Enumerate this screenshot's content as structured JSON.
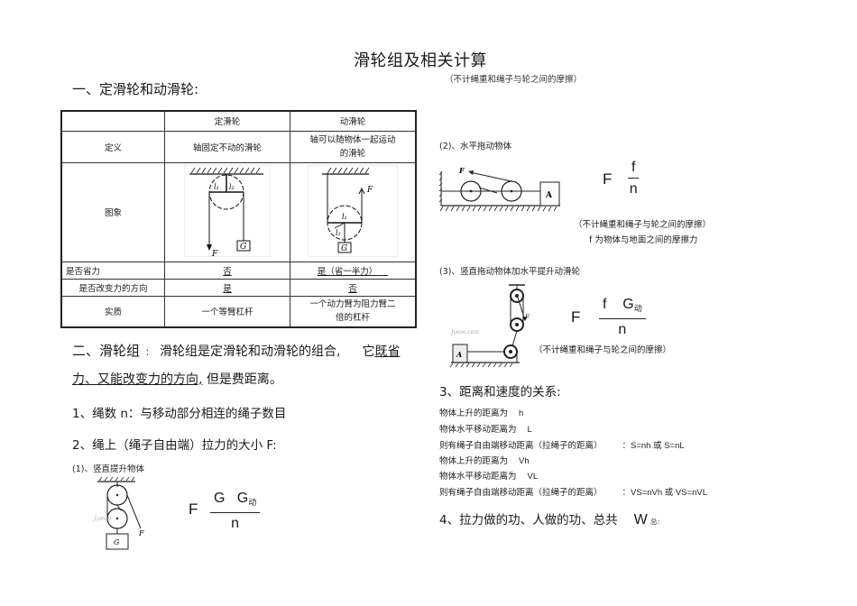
{
  "title": "滑轮组及相关计算",
  "title_note": "（不计绳重和绳子与轮之间的摩擦）",
  "section1": {
    "heading": "一、定滑轮和动滑轮:",
    "table": {
      "headers": [
        "",
        "定滑轮",
        "动滑轮"
      ],
      "rows": [
        {
          "label": "定义",
          "fixed": "轴固定不动的滑轮",
          "movable_line1": "轴可以随物体一起运动",
          "movable_line2": "的滑轮"
        },
        {
          "label": "图象",
          "fixed_figure": "fixed-pulley-diagram",
          "movable_figure": "movable-pulley-diagram"
        },
        {
          "label": "是否省力",
          "fixed": "否",
          "movable": "是（省一半力）"
        },
        {
          "label": "是否改变力的方向",
          "fixed": "是",
          "movable": "否"
        },
        {
          "label": "实质",
          "fixed": "一个等臂杠杆",
          "movable_line1": "一个动力臂为阻力臂二",
          "movable_line2": "倍的杠杆"
        }
      ],
      "figure_labels": {
        "l1": "l₁",
        "l2": "l₂",
        "F": "F",
        "G": "G"
      }
    }
  },
  "section2": {
    "heading_prefix": "二、滑轮组",
    "heading_colon": "：",
    "line1_text": "滑轮组是定滑轮和动滑轮的组合,",
    "line1_tail_plain": "它",
    "line1_tail_underlined": "既省",
    "line2_underlined": "力、又能改变力的方向,",
    "line2_plain": "但是费距离。",
    "item1": "1、绳数  n：与移动部分相连的绳子数目",
    "item2": "2、绳上（绳子自由端）拉力的大小     F:",
    "case1": {
      "label": "(1)、竖直提升物体",
      "formula_lhs": "F",
      "numerator_a": "G",
      "numerator_b": "G",
      "numerator_b_sub": "动",
      "denominator": "n",
      "figure_label_G": "G",
      "figure_label_F": "F"
    }
  },
  "right": {
    "case2": {
      "label": "(2)、水平拖动物体",
      "formula_lhs": "F",
      "numerator": "f",
      "denominator": "n",
      "note1": "（不计绳重和绳子与轮之间的摩擦）",
      "note2": "f 为物体与地面之间的摩擦力",
      "figure_label_F": "F",
      "figure_label_A": "A"
    },
    "case3": {
      "label": "(3)、竖直拖动物体加水平提升动滑轮",
      "formula_lhs": "F",
      "numerator_a": "f",
      "numerator_b": "G",
      "numerator_b_sub": "动",
      "denominator": "n",
      "note": "（不计绳重和绳子与轮之间的摩擦）",
      "figure_label_F": "F",
      "figure_label_A": "A",
      "watermark": "Jyeoo.com"
    },
    "section3": {
      "heading": "3、距离和速度的关系:",
      "lines": [
        {
          "text": "物体上升的距离为",
          "value": "h"
        },
        {
          "text": "物体水平移动距离为",
          "value": "L"
        },
        {
          "text": "则有绳子自由端移动距离（拉绳子的距离）",
          "value": "：S=nh 或 S=nL"
        },
        {
          "text": "物体上升的距离为",
          "value": "Vh"
        },
        {
          "text": "物体水平移动距离为",
          "value": "VL"
        },
        {
          "text": "则有绳子自由端移动距离（拉绳子的距离）",
          "value": "：VS=nVh 或 VS=nVL"
        }
      ]
    },
    "section4": {
      "heading": "4、拉力做的功、人做的功、总共",
      "symbol": "W",
      "symbol_sub": "总:"
    }
  }
}
